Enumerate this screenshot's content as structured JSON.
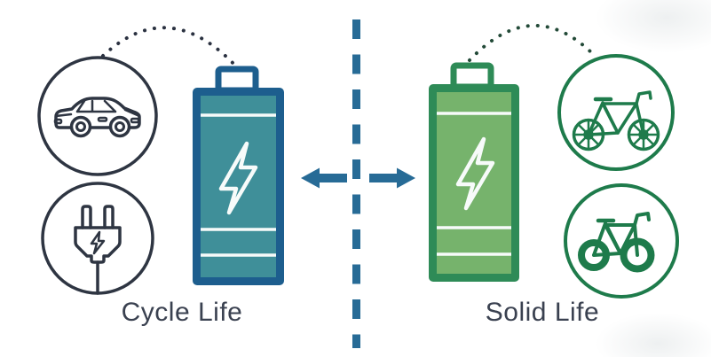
{
  "left_panel": {
    "label": "Cycle Life",
    "icons": {
      "top_circle": "car-icon",
      "bottom_circle": "power-plug-icon",
      "battery": "battery-charging-icon"
    }
  },
  "right_panel": {
    "label": "Solid Life",
    "icons": {
      "top_circle": "bicycle-spoked-icon",
      "bottom_circle": "bicycle-solid-icon",
      "battery": "battery-charging-icon"
    }
  },
  "center": {
    "divider": "dashed-vertical-divider",
    "arrows": [
      "arrow-left-icon",
      "arrow-right-icon"
    ]
  },
  "theme": {
    "background": "#ffffff",
    "outlineDark": "#2e3542",
    "batteryLeftBorder": "#1d5e8e",
    "batteryLeftFill": "#3f8f99",
    "batteryRightBorder": "#2e8b57",
    "batteryRightFill": "#76b36c",
    "bikeGreen": "#1e7b4b",
    "arrowBlue": "#276b96",
    "dotLeft": "#2a3140",
    "dotRight": "#234a38",
    "boltWhite": "#f7fbfa",
    "text": "#3a4150"
  }
}
